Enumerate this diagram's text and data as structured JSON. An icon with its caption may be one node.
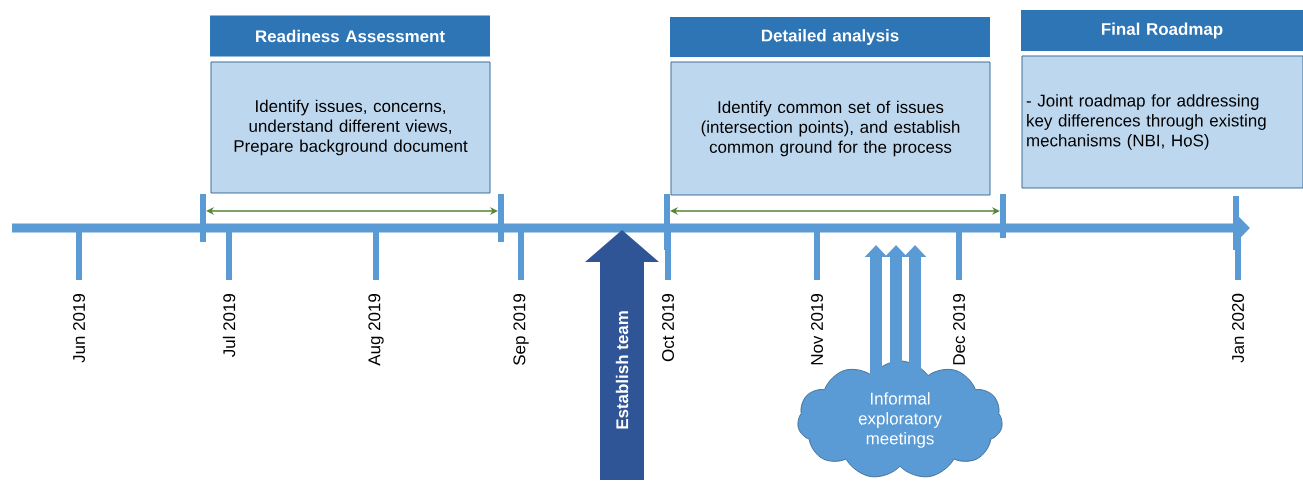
{
  "diagram": {
    "nodes": [
      {
        "text": [
          "Readiness Assessment"
        ]
      },
      {
        "text": [
          "Identify issues, concerns, understand different views, Prepare background document"
        ]
      },
      {
        "text": [
          "Detailed analysis"
        ]
      },
      {
        "text": [
          "Identify common set of issues (intersection points), and establish common ground for the process"
        ]
      },
      {
        "text": [
          "Final Roadmap"
        ]
      },
      {
        "text": [
          "- Joint roadmap for addressing key differences through existing mechanisms (NBI, HoS)"
        ]
      },
      {
        "text": [
          "Establish team"
        ]
      },
      {
        "text": [
          "Informal exploratory meetings"
        ]
      }
    ],
    "edges": [
      {
        "from": 7,
        "to": null,
        "arrow": "to"
      },
      {
        "from": 7,
        "to": null,
        "arrow": "to"
      },
      {
        "from": 7,
        "to": null,
        "arrow": "to"
      }
    ],
    "labels": [
      "Jun 2019",
      "Jul 2019",
      "Aug 2019",
      "Sep 2019",
      "Oct 2019",
      "Nov 2019",
      "Dec 2019",
      "Jan 2020"
    ]
  }
}
